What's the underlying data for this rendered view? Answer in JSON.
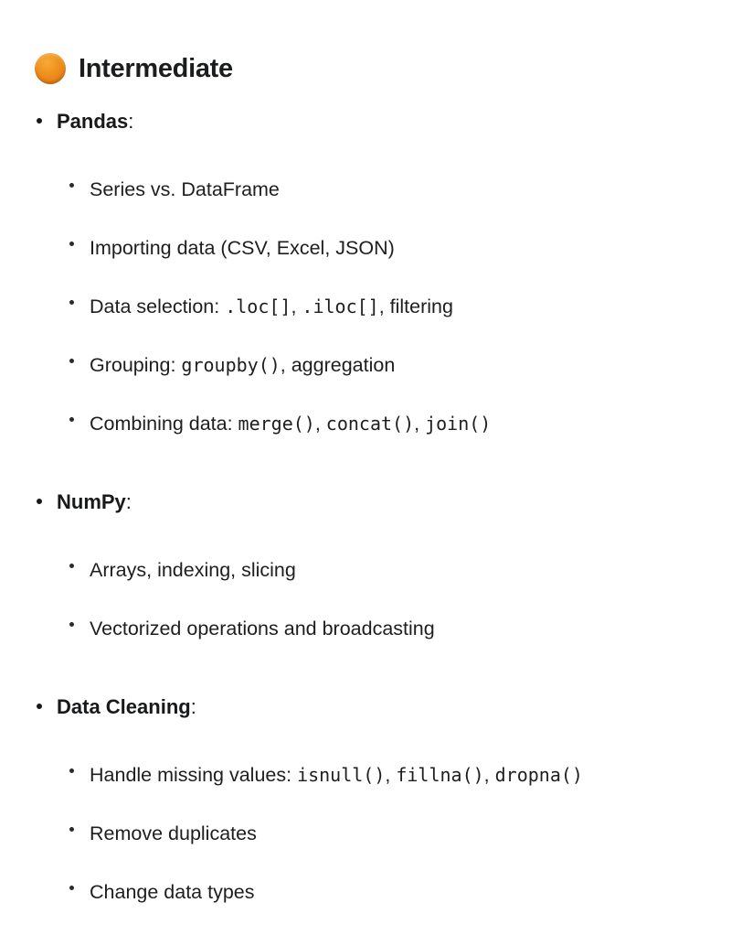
{
  "heading": {
    "emoji_name": "orange-circle-emoji",
    "emoji_color": "#ED8F1C",
    "title": "Intermediate"
  },
  "sections": [
    {
      "label": "Pandas",
      "label_suffix": ":",
      "items": [
        {
          "segments": [
            {
              "type": "text",
              "value": "Series vs. DataFrame"
            }
          ]
        },
        {
          "segments": [
            {
              "type": "text",
              "value": "Importing data (CSV, Excel, JSON)"
            }
          ]
        },
        {
          "segments": [
            {
              "type": "text",
              "value": "Data selection: "
            },
            {
              "type": "code",
              "value": ".loc[]"
            },
            {
              "type": "text",
              "value": ", "
            },
            {
              "type": "code",
              "value": ".iloc[]"
            },
            {
              "type": "text",
              "value": ", filtering"
            }
          ]
        },
        {
          "segments": [
            {
              "type": "text",
              "value": "Grouping: "
            },
            {
              "type": "code",
              "value": "groupby()"
            },
            {
              "type": "text",
              "value": ", aggregation"
            }
          ]
        },
        {
          "segments": [
            {
              "type": "text",
              "value": "Combining data: "
            },
            {
              "type": "code",
              "value": "merge()"
            },
            {
              "type": "text",
              "value": ", "
            },
            {
              "type": "code",
              "value": "concat()"
            },
            {
              "type": "text",
              "value": ", "
            },
            {
              "type": "code",
              "value": "join()"
            }
          ]
        }
      ]
    },
    {
      "label": "NumPy",
      "label_suffix": ":",
      "items": [
        {
          "segments": [
            {
              "type": "text",
              "value": "Arrays, indexing, slicing"
            }
          ]
        },
        {
          "segments": [
            {
              "type": "text",
              "value": "Vectorized operations and broadcasting"
            }
          ]
        }
      ]
    },
    {
      "label": "Data Cleaning",
      "label_suffix": ":",
      "items": [
        {
          "segments": [
            {
              "type": "text",
              "value": "Handle missing values: "
            },
            {
              "type": "code",
              "value": "isnull()"
            },
            {
              "type": "text",
              "value": ", "
            },
            {
              "type": "code",
              "value": "fillna()"
            },
            {
              "type": "text",
              "value": ", "
            },
            {
              "type": "code",
              "value": "dropna()"
            }
          ]
        },
        {
          "segments": [
            {
              "type": "text",
              "value": "Remove duplicates"
            }
          ]
        },
        {
          "segments": [
            {
              "type": "text",
              "value": "Change data types"
            }
          ]
        }
      ]
    }
  ]
}
